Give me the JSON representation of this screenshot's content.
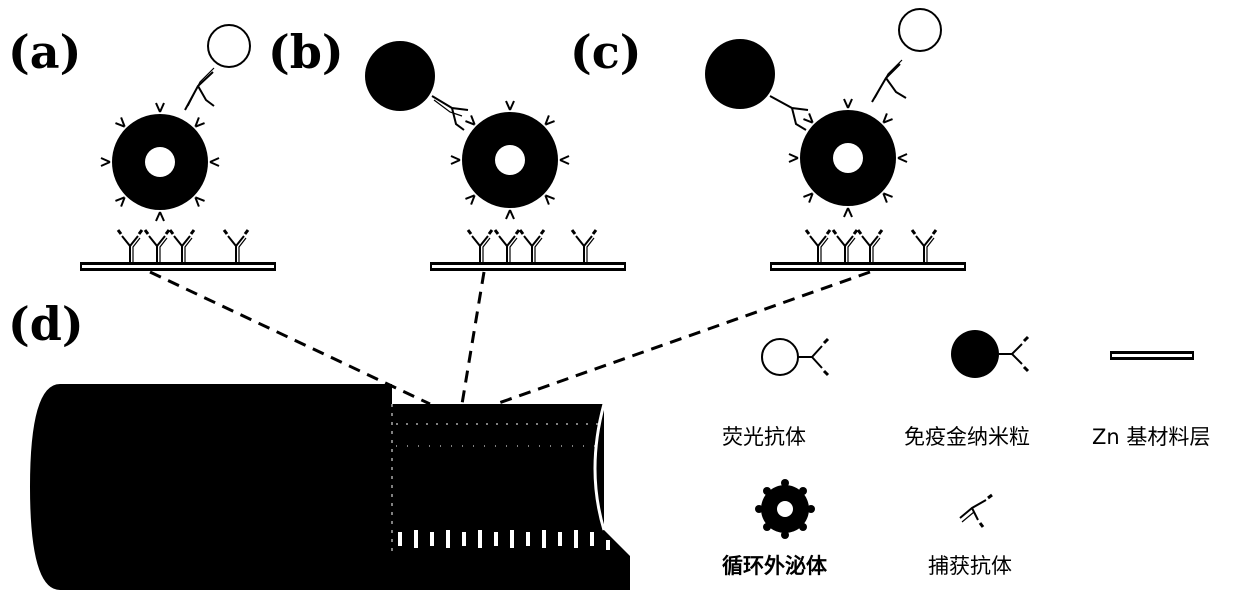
{
  "panels": [
    {
      "label": "(a)"
    },
    {
      "label": "(b)"
    },
    {
      "label": "(c)"
    },
    {
      "label": "(d)"
    }
  ],
  "legend": {
    "fluorescent_antibody": "荧光抗体",
    "immuno_gold_nanoparticle": "免疫金纳米粒",
    "zn_substrate_layer": "Zn 基材料层",
    "circulating_exosome": "循环外泌体",
    "capture_antibody": "捕获抗体"
  },
  "colors": {
    "ink": "#000000",
    "background": "#ffffff"
  }
}
